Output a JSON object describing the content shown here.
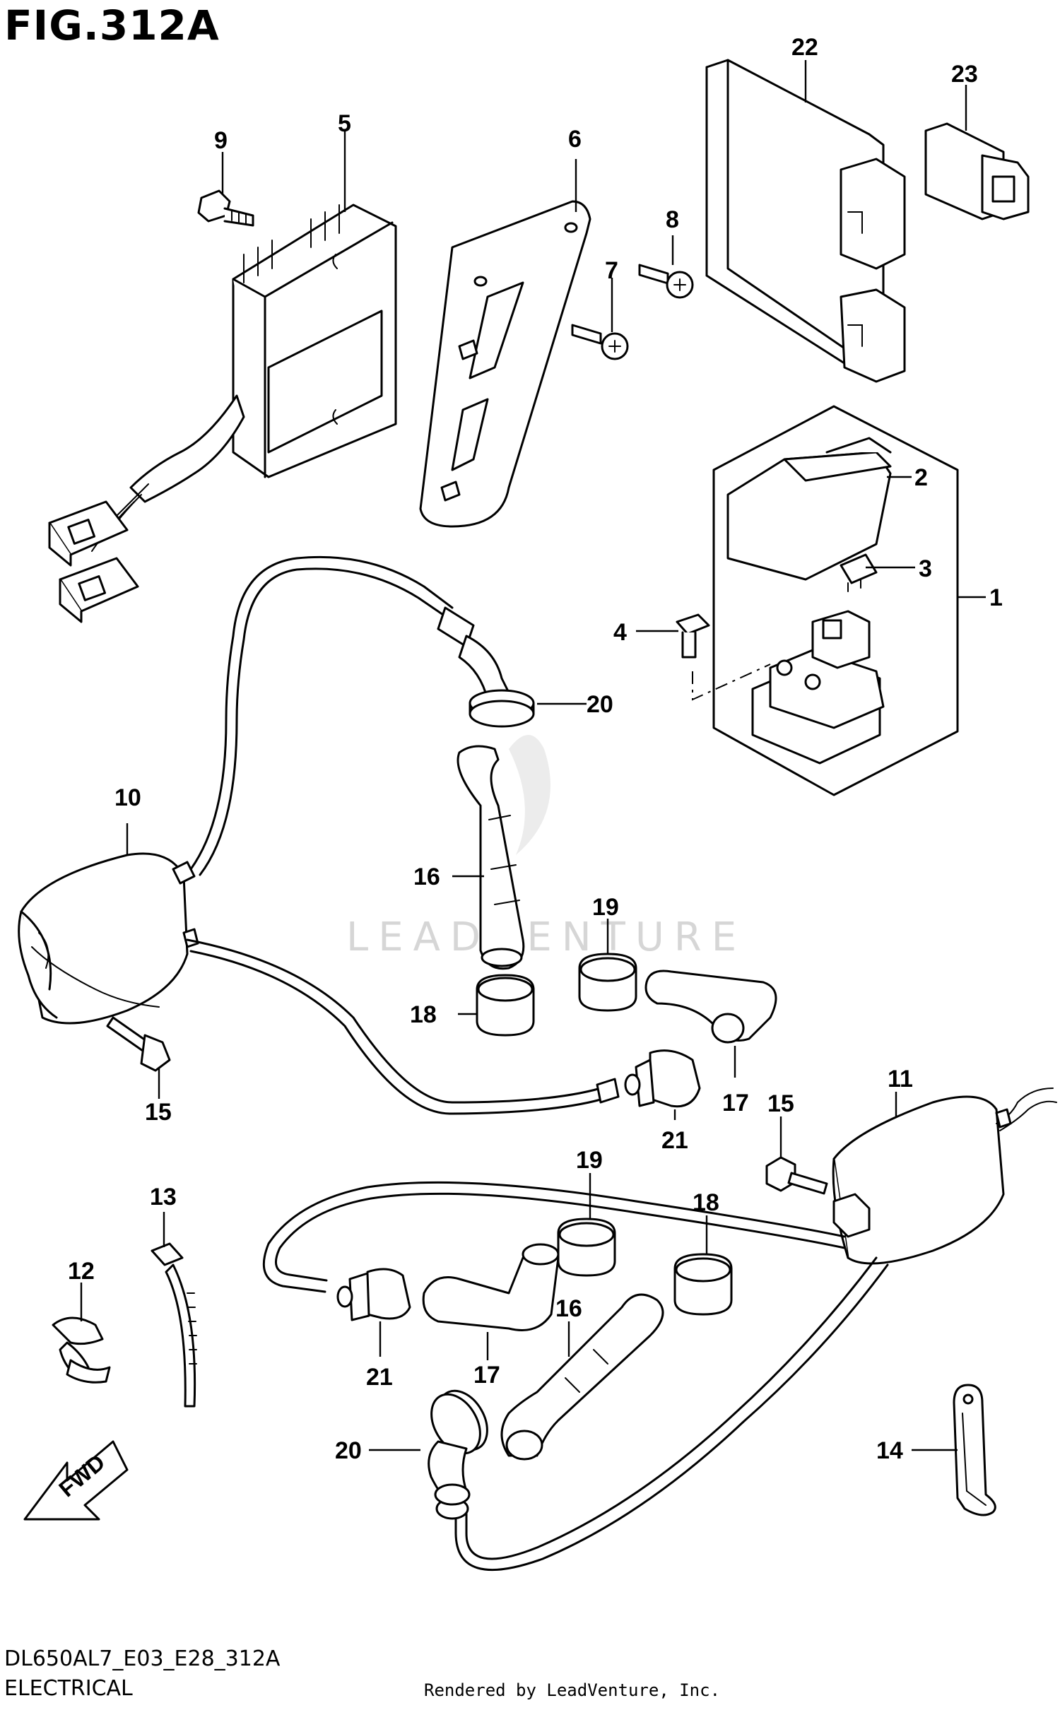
{
  "figure": {
    "title": "FIG.312A",
    "model_code": "DL650AL7_E03_E28_312A",
    "section": "ELECTRICAL",
    "credit": "Rendered by LeadVenture, Inc.",
    "watermark": "LEADVENTURE",
    "direction_label": "FWD"
  },
  "callouts": [
    {
      "id": "c1",
      "text": "1"
    },
    {
      "id": "c2",
      "text": "2"
    },
    {
      "id": "c3",
      "text": "3"
    },
    {
      "id": "c4",
      "text": "4"
    },
    {
      "id": "c5",
      "text": "5"
    },
    {
      "id": "c6",
      "text": "6"
    },
    {
      "id": "c7",
      "text": "7"
    },
    {
      "id": "c8",
      "text": "8"
    },
    {
      "id": "c9",
      "text": "9"
    },
    {
      "id": "c10",
      "text": "10"
    },
    {
      "id": "c11",
      "text": "11"
    },
    {
      "id": "c12",
      "text": "12"
    },
    {
      "id": "c13",
      "text": "13"
    },
    {
      "id": "c14",
      "text": "14"
    },
    {
      "id": "c15a",
      "text": "15"
    },
    {
      "id": "c15b",
      "text": "15"
    },
    {
      "id": "c16a",
      "text": "16"
    },
    {
      "id": "c16b",
      "text": "16"
    },
    {
      "id": "c17a",
      "text": "17"
    },
    {
      "id": "c17b",
      "text": "17"
    },
    {
      "id": "c18a",
      "text": "18"
    },
    {
      "id": "c18b",
      "text": "18"
    },
    {
      "id": "c19a",
      "text": "19"
    },
    {
      "id": "c19b",
      "text": "19"
    },
    {
      "id": "c20a",
      "text": "20"
    },
    {
      "id": "c20b",
      "text": "20"
    },
    {
      "id": "c21a",
      "text": "21"
    },
    {
      "id": "c21b",
      "text": "21"
    },
    {
      "id": "c22",
      "text": "22"
    },
    {
      "id": "c23",
      "text": "23"
    }
  ]
}
